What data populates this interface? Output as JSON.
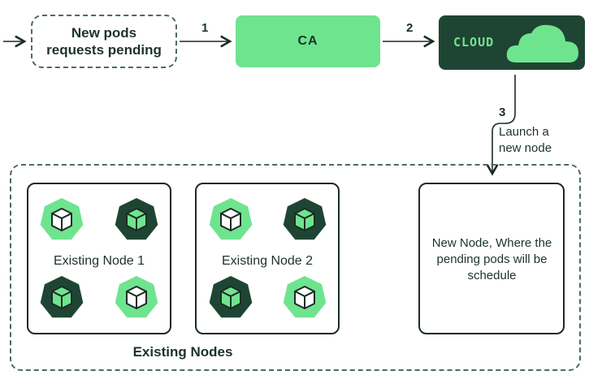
{
  "flow": {
    "pending_line1": "New pods",
    "pending_line2": "requests pending",
    "ca_label": "CA",
    "cloud_label": "CLOUD",
    "step1": "1",
    "step2": "2",
    "step3": "3",
    "launch_line1": "Launch a",
    "launch_line2": "new node"
  },
  "cluster": {
    "label": "Existing Nodes",
    "node1_title": "Existing Node 1",
    "node2_title": "Existing Node 2",
    "new_node_text": "New Node, Where the pending pods will be schedule"
  },
  "colors": {
    "accent_green": "#6fe48f",
    "dark_green": "#1e4533",
    "outline": "#1d2b25"
  },
  "icons": {
    "pod": "kubernetes-pod-cube-icon",
    "cloud": "cloud-icon",
    "arrow": "arrow-right-icon"
  }
}
